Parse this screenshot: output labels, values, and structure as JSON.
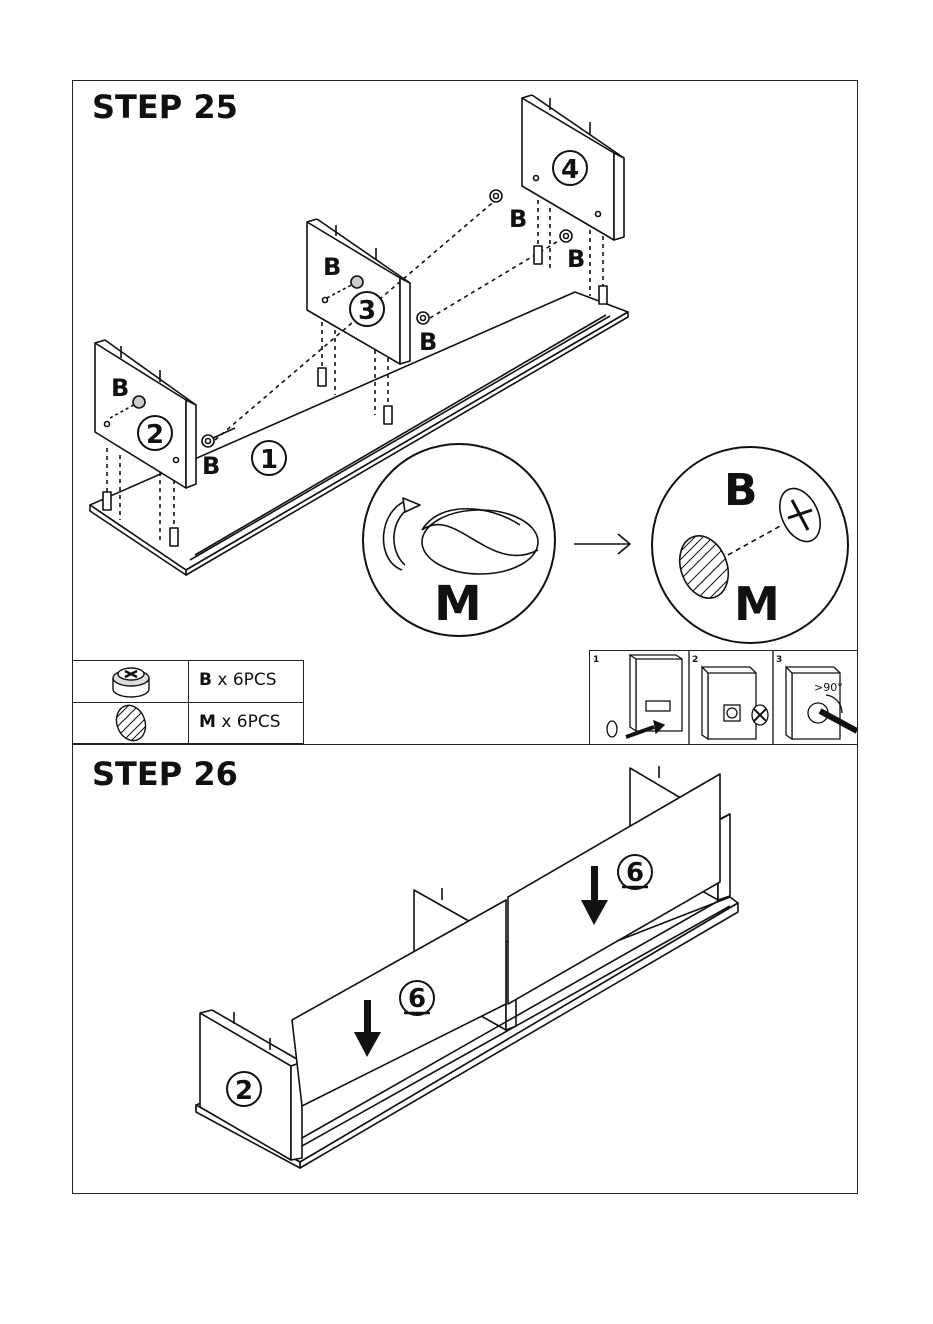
{
  "step25": {
    "title": "STEP 25",
    "panel_numbers": [
      "1",
      "2",
      "3",
      "4"
    ],
    "fitting_label": "B",
    "detail_m_label": "M",
    "detail_b_label": "B"
  },
  "parts": [
    {
      "code": "B",
      "qty": " x 6PCS",
      "icon": "cam-lock-icon"
    },
    {
      "code": "M",
      "qty": " x 6PCS",
      "icon": "cover-cap-icon"
    }
  ],
  "howto": {
    "steps": [
      "1",
      "2",
      "3"
    ],
    "angle_label": ">90°"
  },
  "step26": {
    "title": "STEP 26",
    "panel_numbers": [
      "2",
      "6",
      "6"
    ]
  }
}
